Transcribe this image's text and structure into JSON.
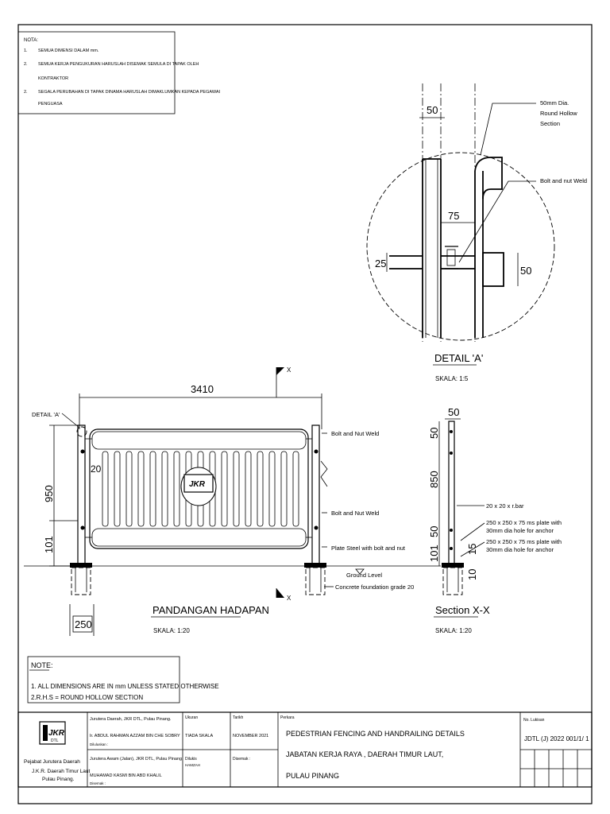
{
  "notes_malay": {
    "heading": "NOTA:",
    "items": [
      {
        "num": "1.",
        "text": "SEMUA DIMENSI DALAM mm."
      },
      {
        "num": "2.",
        "text": "SEMUA KERJA PENGUKURAN HARUSLAH DISEMAK SEMULA DI TAPAK OLEH"
      },
      {
        "num": "",
        "text": "KONTRAKTOR"
      },
      {
        "num": "2.",
        "text": "SEGALA PERUBAHAN DI TAPAK DINAMA HARUSLAH DIMAKLUMKAN KEPADA PEGAWAI"
      },
      {
        "num": "",
        "text": "PENGUASA"
      }
    ]
  },
  "detail_a": {
    "dim_top": "50",
    "dim_mid": "75",
    "dim_left": "25",
    "dim_right": "50",
    "label_rhs": [
      "50mm Dia.",
      "Round Hollow",
      "Section"
    ],
    "label_weld": "Bolt and nut Weld",
    "title": "DETAIL 'A'",
    "scale": "SKALA: 1:5"
  },
  "front_view": {
    "dim_length": "3410",
    "dim_height": "950",
    "dim_bottom": "101",
    "dim_inner": "20",
    "dim_base": "250",
    "detail_ref": "DETAIL 'A'",
    "section_mark": "X",
    "label_weld_top": "Bolt and Nut Weld",
    "label_weld_bottom": "Bolt and Nut Weld",
    "label_plate": "Plate Steel with bolt and nut",
    "label_ground": "Ground Level",
    "label_concrete": "Concrete foundation grade 20",
    "logo": "JKR",
    "title": "PANDANGAN HADAPAN",
    "scale": "SKALA: 1:20"
  },
  "section_xx": {
    "dim_top": "50",
    "dim_a": "50",
    "dim_b": "850",
    "dim_c": "50",
    "dim_d": "101",
    "dim_e": "15",
    "dim_f": "10",
    "label_bar": "20 x 20 x r.bar",
    "label_plate1": [
      "250 x 250 x 75 ms plate with",
      "30mm dia hole for anchor"
    ],
    "label_plate2": [
      "250 x 250 x 75 ms plate with",
      "30mm dia hole for anchor"
    ],
    "title": "Section X-X",
    "scale": "SKALA: 1:20"
  },
  "general_note": {
    "heading": "NOTE:",
    "lines": [
      "1. ALL DIMENSIONS ARE IN mm UNLESS STATED OTHERWISE",
      "2.R.H.S = ROUND HOLLOW SECTION"
    ]
  },
  "title_block": {
    "logo": "JKR",
    "logo_sub": "DTL",
    "office_line1": "Pejabat Jurutera Daerah",
    "office_line2": "J.K.R. Daerah Timur Laut",
    "office_line3": "Pulau Pinang.",
    "engineer_role": "Jurutera Daerah, JKR DTL, Pulau Pinang.",
    "engineer_name": "Ir. ABDUL RAHMAN AZZAM BIN CHE SOBRY",
    "approved_label": "Diluluskan :",
    "asst_role": "Jurutera Awam (Jalan), JKR DTL, Pulau Pinang.",
    "asst_name": "MUHAMAD KASMI BIN ABD KHALIL",
    "checked_label": "Disemak :",
    "size_label": "Ukuran",
    "size_value": "TIADA SKALA",
    "drawn_label": "Dilukis",
    "drawn_value": "HAMZAH",
    "date_label": "Tarikh",
    "date_value": "NOVEMBER 2021",
    "checked2_label": "Disemak :",
    "subject_label": "Perkara",
    "subject_line1": "PEDESTRIAN FENCING AND HANDRAILING DETAILS",
    "subject_line2": "JABATAN KERJA RAYA , DAERAH TIMUR LAUT,",
    "subject_line3": "PULAU PINANG",
    "drawing_no_label": "No. Lukisan",
    "drawing_no": "JDTL (J) 2022 001/1/ 1"
  }
}
